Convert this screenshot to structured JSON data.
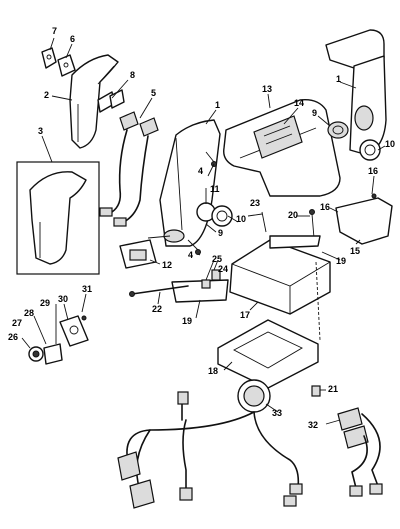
{
  "callouts": [
    "1",
    "2",
    "3",
    "4",
    "5",
    "6",
    "7",
    "8",
    "9",
    "10",
    "11",
    "12",
    "13",
    "14",
    "15",
    "16",
    "17",
    "18",
    "19",
    "20",
    "21",
    "22",
    "23",
    "24",
    "25",
    "26",
    "27",
    "28",
    "29",
    "30",
    "31",
    "32",
    "33"
  ],
  "colors": {
    "line": "#111111",
    "background": "#ffffff",
    "shade": "#dcdcdc"
  }
}
